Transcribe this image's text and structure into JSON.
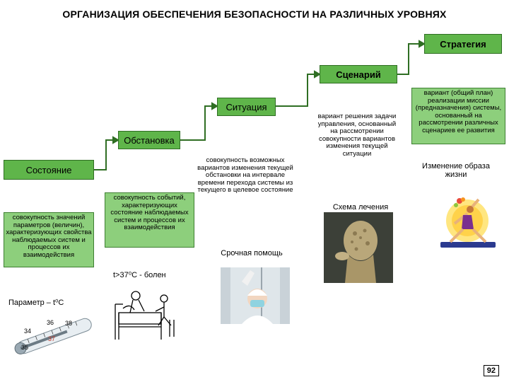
{
  "title": "ОРГАНИЗАЦИЯ ОБЕСПЕЧЕНИЯ БЕЗОПАСНОСТИ НА РАЗЛИЧНЫХ УРОВНЯХ",
  "levels": {
    "strategy": "Стратегия",
    "scenario": "Сценарий",
    "situation": "Ситуация",
    "environment": "Обстановка",
    "state": "Состояние"
  },
  "descriptions": {
    "state": "совокупность значений параметров (величин), характеризующих свойства наблюдаемых систем и процессов их взаимодействия",
    "environment": "совокупность событий, характеризующих состояние наблюдаемых систем и процессов их взаимодействия",
    "situation": "совокупность возможных вариантов изменения текущей обстановки на интервале времени перехода системы из текущего в целевое состояние",
    "scenario": "вариант решения задачи управления, основанный на рассмотрении совокупности вариантов изменения текущей ситуации",
    "strategy": "вариант (общий план) реализации миссии (предназначения) системы, основанный на рассмотрении различных сценариев ее развития"
  },
  "examples": {
    "life_change": "Изменение образа жизни",
    "treatment": "Схема лечения",
    "urgent": "Срочная помощь",
    "temperature": "t>37⁰C - болен",
    "parameter": "Параметр – t⁰C"
  },
  "thermometer_labels": [
    "34",
    "35",
    "36",
    "37",
    "38"
  ],
  "page_number": "92",
  "colors": {
    "box_dark": "#5fb54a",
    "box_light": "#8dcf7c",
    "line": "#2f6e23"
  }
}
